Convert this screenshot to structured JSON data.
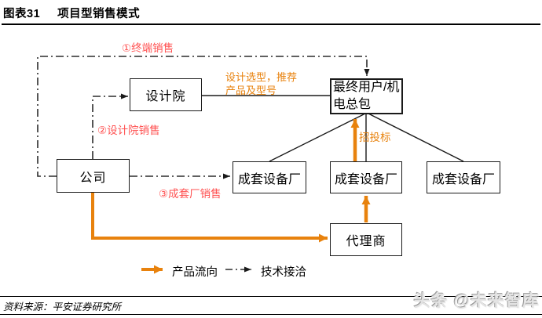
{
  "header": {
    "figure_label": "图表31",
    "figure_title": "项目型销售模式"
  },
  "diagram": {
    "nodes": {
      "design_institute": "设计院",
      "end_user": "最终用户/机电总包",
      "company": "公司",
      "equipment_factories": [
        "成套设备厂",
        "成套设备厂",
        "成套设备厂"
      ],
      "agent": "代理商"
    },
    "route_labels": {
      "terminal_sales": "①终端销售",
      "design_institute_sales": "②设计院销售",
      "complete_factory_sales": "③成套厂销售"
    },
    "annotations": {
      "design_note": "设计选型，推荐\n产品及型号",
      "bidding": "招投标"
    },
    "legend": {
      "product_flow": "产品流向",
      "technical_contact": "技术接洽"
    },
    "colors": {
      "orange": "#E8820D",
      "red": "#FF5151",
      "line": "#1A1A1A"
    }
  },
  "footer": {
    "source": "资料来源：平安证券研究所",
    "watermark": "头条 @未来智库"
  }
}
